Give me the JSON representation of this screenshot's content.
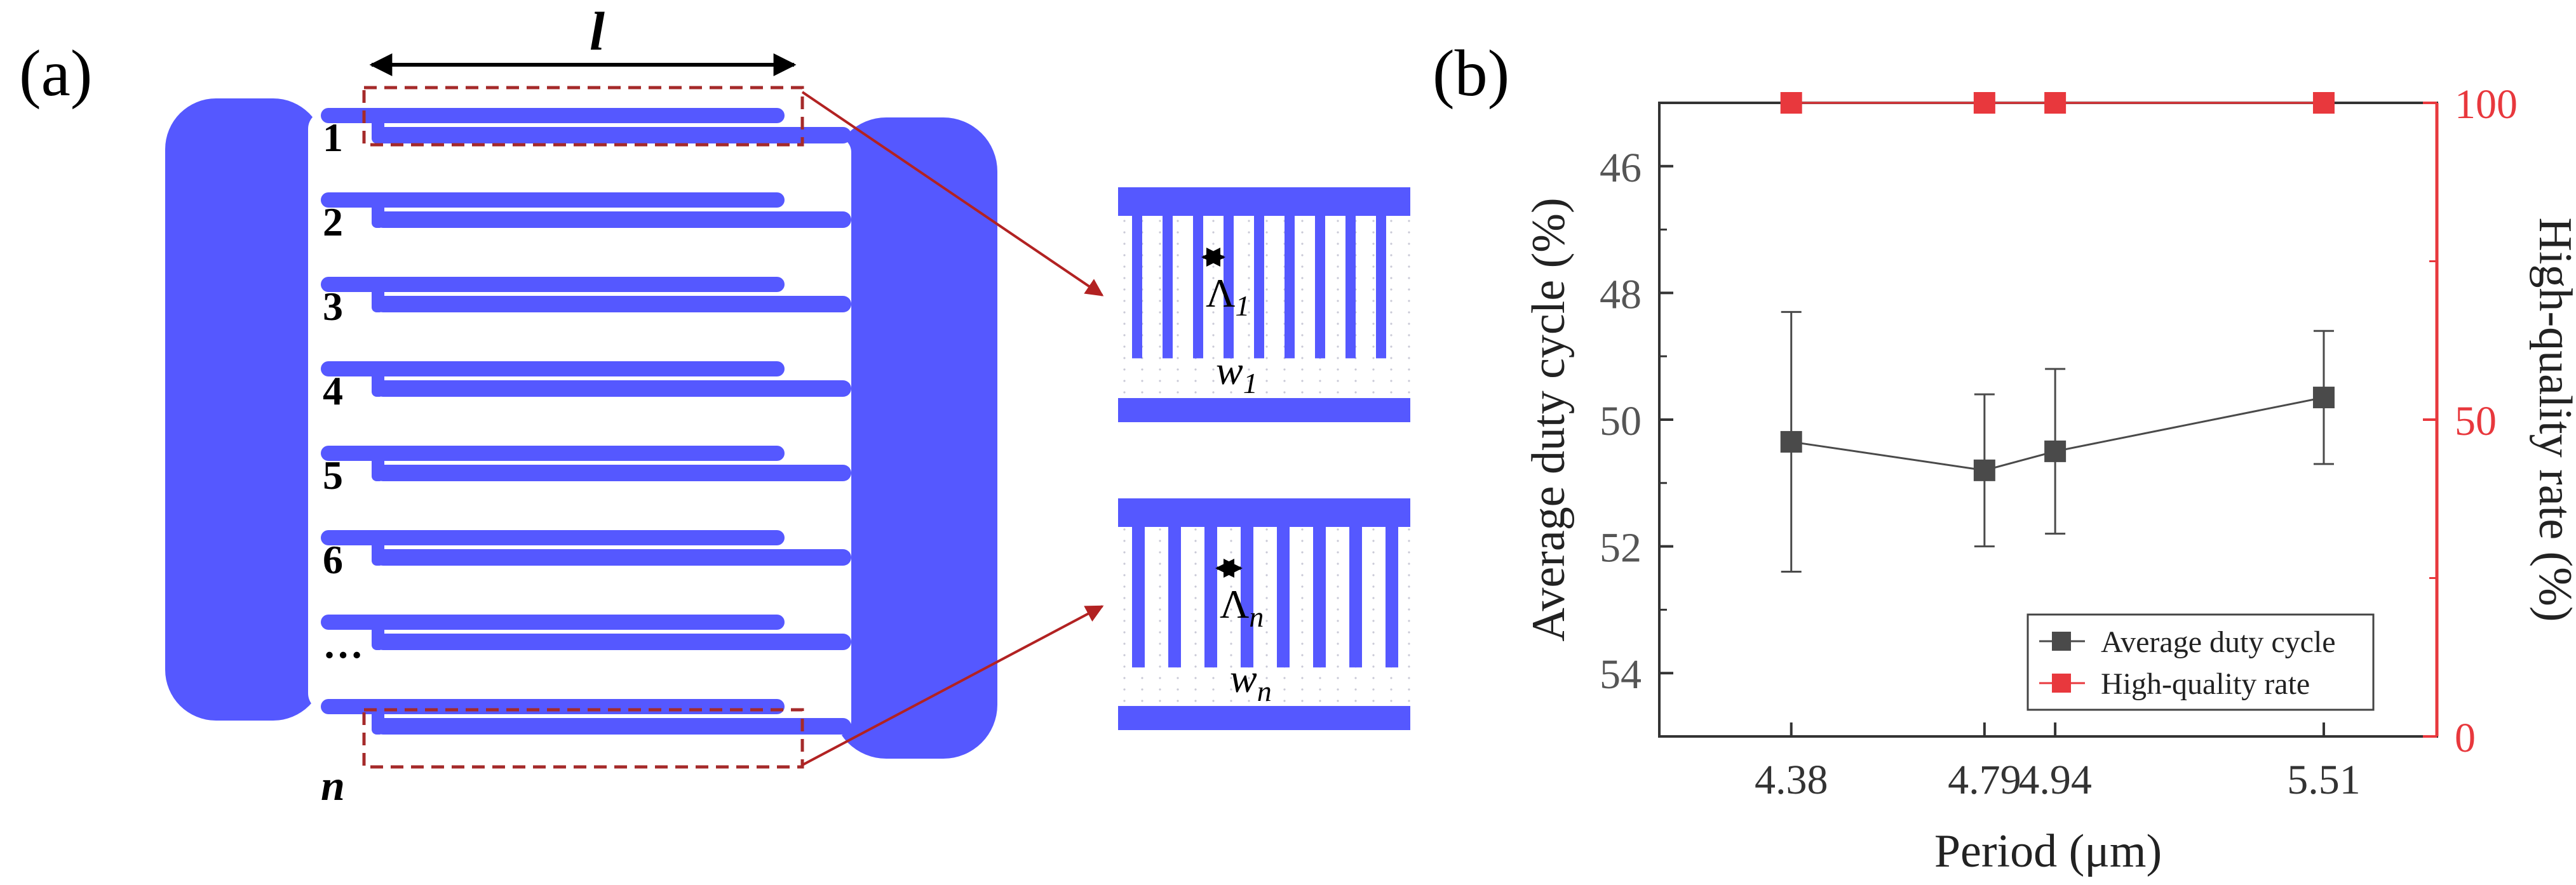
{
  "panel_a": {
    "label": "(a)",
    "length_label": "l",
    "row_labels": [
      "1",
      "2",
      "3",
      "4",
      "5",
      "6",
      "…"
    ],
    "last_row_label": "n",
    "zoom_top": {
      "period_label": "Λ",
      "period_sub": "1",
      "width_label": "w",
      "width_sub": "1"
    },
    "zoom_bottom": {
      "period_label": "Λ",
      "period_sub": "n",
      "width_label": "w",
      "width_sub": "n"
    },
    "colors": {
      "device": "#5558ff",
      "box": "#a52a2a",
      "arrow": "#b22222"
    }
  },
  "panel_b": {
    "label": "(b)"
  },
  "chart_data": {
    "type": "scatter",
    "xlabel": "Period (μm)",
    "x_ticks": [
      "4.38",
      "4.79",
      "4.94",
      "5.51"
    ],
    "xlim": [
      4.1,
      5.75
    ],
    "ylabel_left": "Average duty cycle (%)",
    "ylim_left": [
      45,
      55
    ],
    "y_left_inverted": true,
    "y_left_ticks": [
      "46",
      "48",
      "50",
      "52",
      "54"
    ],
    "ylabel_right": "High-quality rate (%)",
    "ylim_right": [
      0,
      100
    ],
    "y_right_ticks": [
      "0",
      "50",
      "100"
    ],
    "grid": false,
    "legend_position": "bottom-right",
    "series": [
      {
        "name": "Average duty cycle",
        "axis": "left",
        "color": "#4a4a4a",
        "x": [
          4.38,
          4.79,
          4.94,
          5.51
        ],
        "y": [
          50.35,
          50.8,
          50.5,
          49.65
        ],
        "err_low": [
          48.3,
          49.6,
          49.2,
          48.6
        ],
        "err_high": [
          52.4,
          52.0,
          51.8,
          50.7
        ]
      },
      {
        "name": "High-quality rate",
        "axis": "right",
        "color": "#e8383d",
        "x": [
          4.38,
          4.79,
          4.94,
          5.51
        ],
        "y": [
          100,
          100,
          100,
          100
        ]
      }
    ]
  }
}
